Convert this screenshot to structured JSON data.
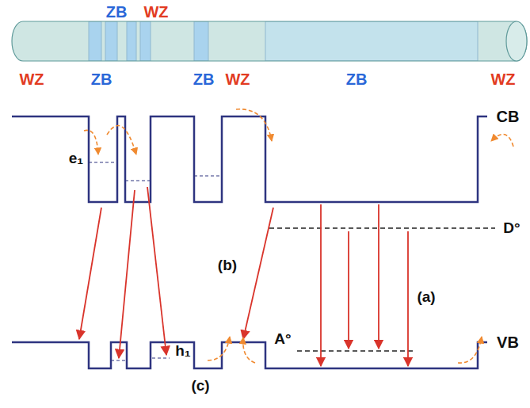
{
  "diagram": {
    "labels": [
      "ZB",
      "WZ",
      "WZ",
      "ZB",
      "ZB",
      "WZ",
      "ZB",
      "WZ",
      "CB",
      "e₁",
      "D°",
      "(b)",
      "(a)",
      "VB",
      "A°",
      "h₁",
      "(c)"
    ]
  }
}
